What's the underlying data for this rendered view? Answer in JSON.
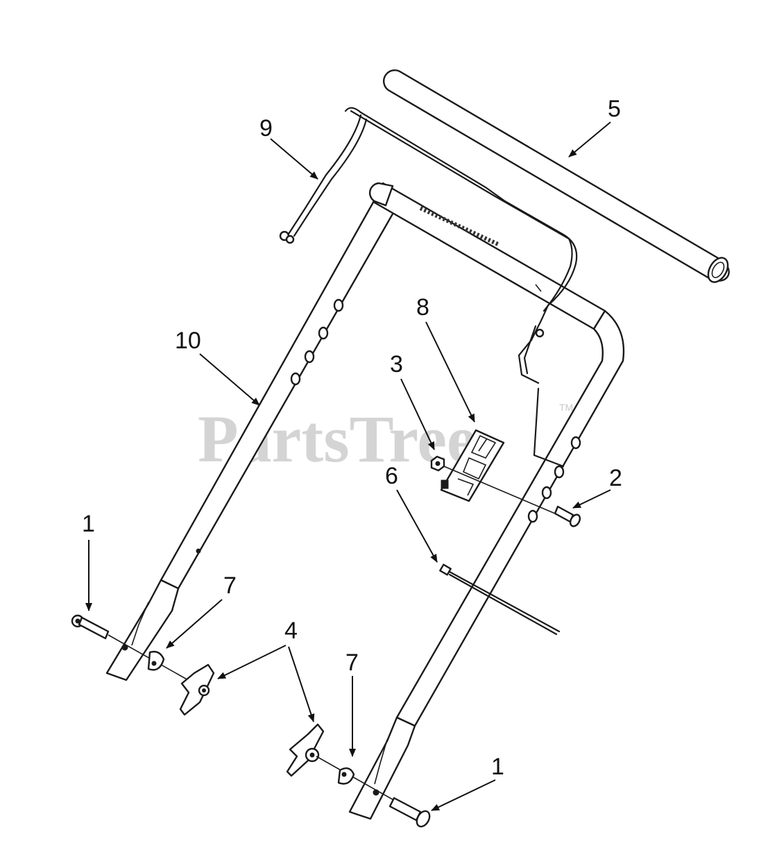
{
  "watermark": {
    "text": "PartsTree",
    "trademark": "TM"
  },
  "callouts": [
    {
      "id": "c1a",
      "label": "1"
    },
    {
      "id": "c1b",
      "label": "1"
    },
    {
      "id": "c2",
      "label": "2"
    },
    {
      "id": "c3",
      "label": "3"
    },
    {
      "id": "c4",
      "label": "4"
    },
    {
      "id": "c5",
      "label": "5"
    },
    {
      "id": "c6",
      "label": "6"
    },
    {
      "id": "c7a",
      "label": "7"
    },
    {
      "id": "c7b",
      "label": "7"
    },
    {
      "id": "c8",
      "label": "8"
    },
    {
      "id": "c9",
      "label": "9"
    },
    {
      "id": "c10",
      "label": "10"
    }
  ]
}
